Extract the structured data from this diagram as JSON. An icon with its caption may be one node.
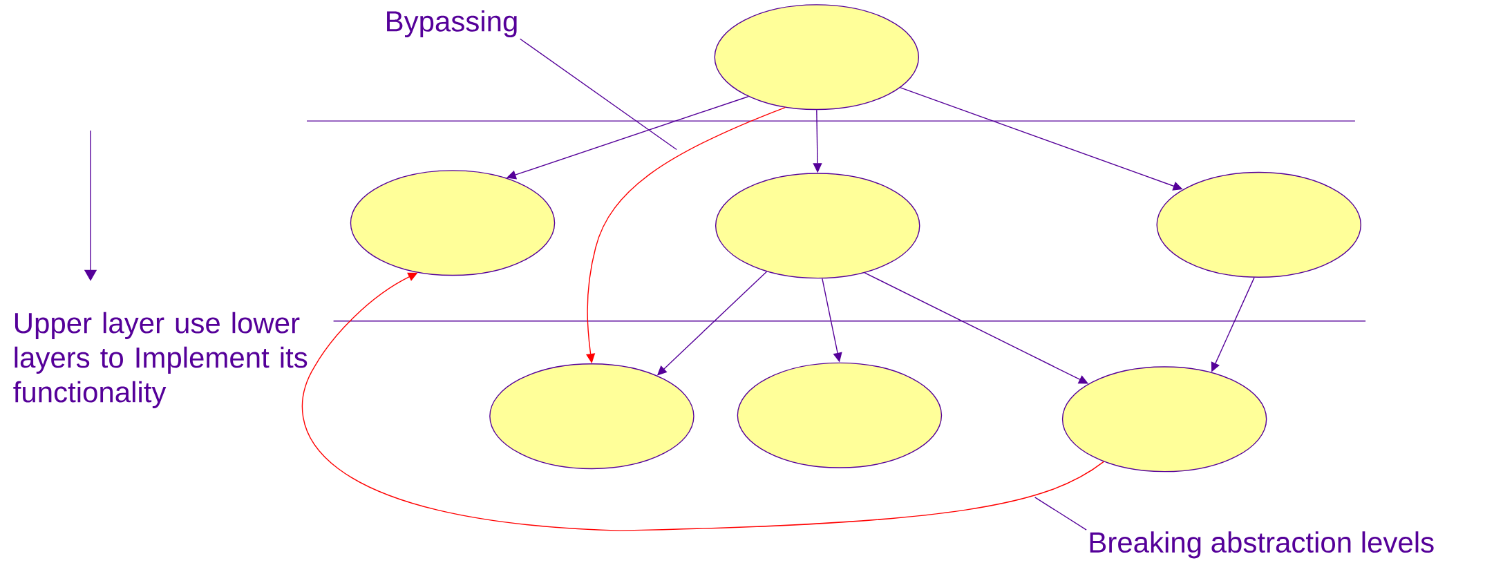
{
  "diagram": {
    "nodes": [
      {
        "text": [],
        "shape": "ellipse"
      },
      {
        "text": [],
        "shape": "ellipse"
      },
      {
        "text": [],
        "shape": "ellipse"
      },
      {
        "text": [],
        "shape": "ellipse"
      },
      {
        "text": [],
        "shape": "ellipse"
      },
      {
        "text": [],
        "shape": "ellipse"
      },
      {
        "text": [],
        "shape": "ellipse"
      },
      {
        "text": [
          "Bypassing"
        ]
      },
      {
        "text": [
          "Upper layer use lower layers to Implement its functionality"
        ]
      },
      {
        "text": [
          "Breaking abstraction levels"
        ]
      }
    ],
    "edges": [
      {
        "from": 0,
        "to": 1,
        "arrow": "to"
      },
      {
        "from": 0,
        "to": 2,
        "arrow": "to"
      },
      {
        "from": 0,
        "to": 3,
        "arrow": "to"
      },
      {
        "from": 0,
        "to": 4,
        "arrow": "to",
        "color": "#ff0000"
      },
      {
        "from": 2,
        "to": 4,
        "arrow": "to"
      },
      {
        "from": 2,
        "to": 5,
        "arrow": "to"
      },
      {
        "from": 2,
        "to": 6,
        "arrow": "to"
      },
      {
        "from": 3,
        "to": 6,
        "arrow": "to"
      },
      {
        "from": 6,
        "to": 1,
        "arrow": "to",
        "color": "#ff0000"
      },
      {
        "from": 7,
        "to": null,
        "arrow": "none"
      },
      {
        "from": 9,
        "to": null,
        "arrow": "none"
      }
    ]
  }
}
